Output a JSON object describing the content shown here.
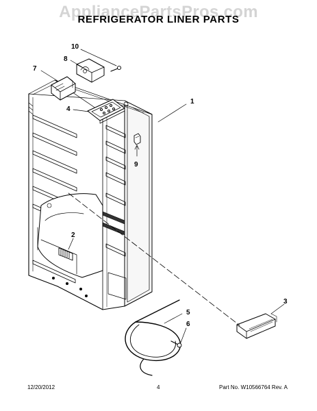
{
  "watermark": "AppliancePartsPros.com",
  "title": "REFRIGERATOR LINER PARTS",
  "footer": {
    "date": "12/20/2012",
    "page": "4",
    "part_no": "Part No. W10566764  Rev. A"
  },
  "callouts": {
    "c1": "1",
    "c2": "2",
    "c3": "3",
    "c4": "4",
    "c5": "5",
    "c6": "6",
    "c7": "7",
    "c8": "8",
    "c9": "9",
    "c10": "10"
  }
}
